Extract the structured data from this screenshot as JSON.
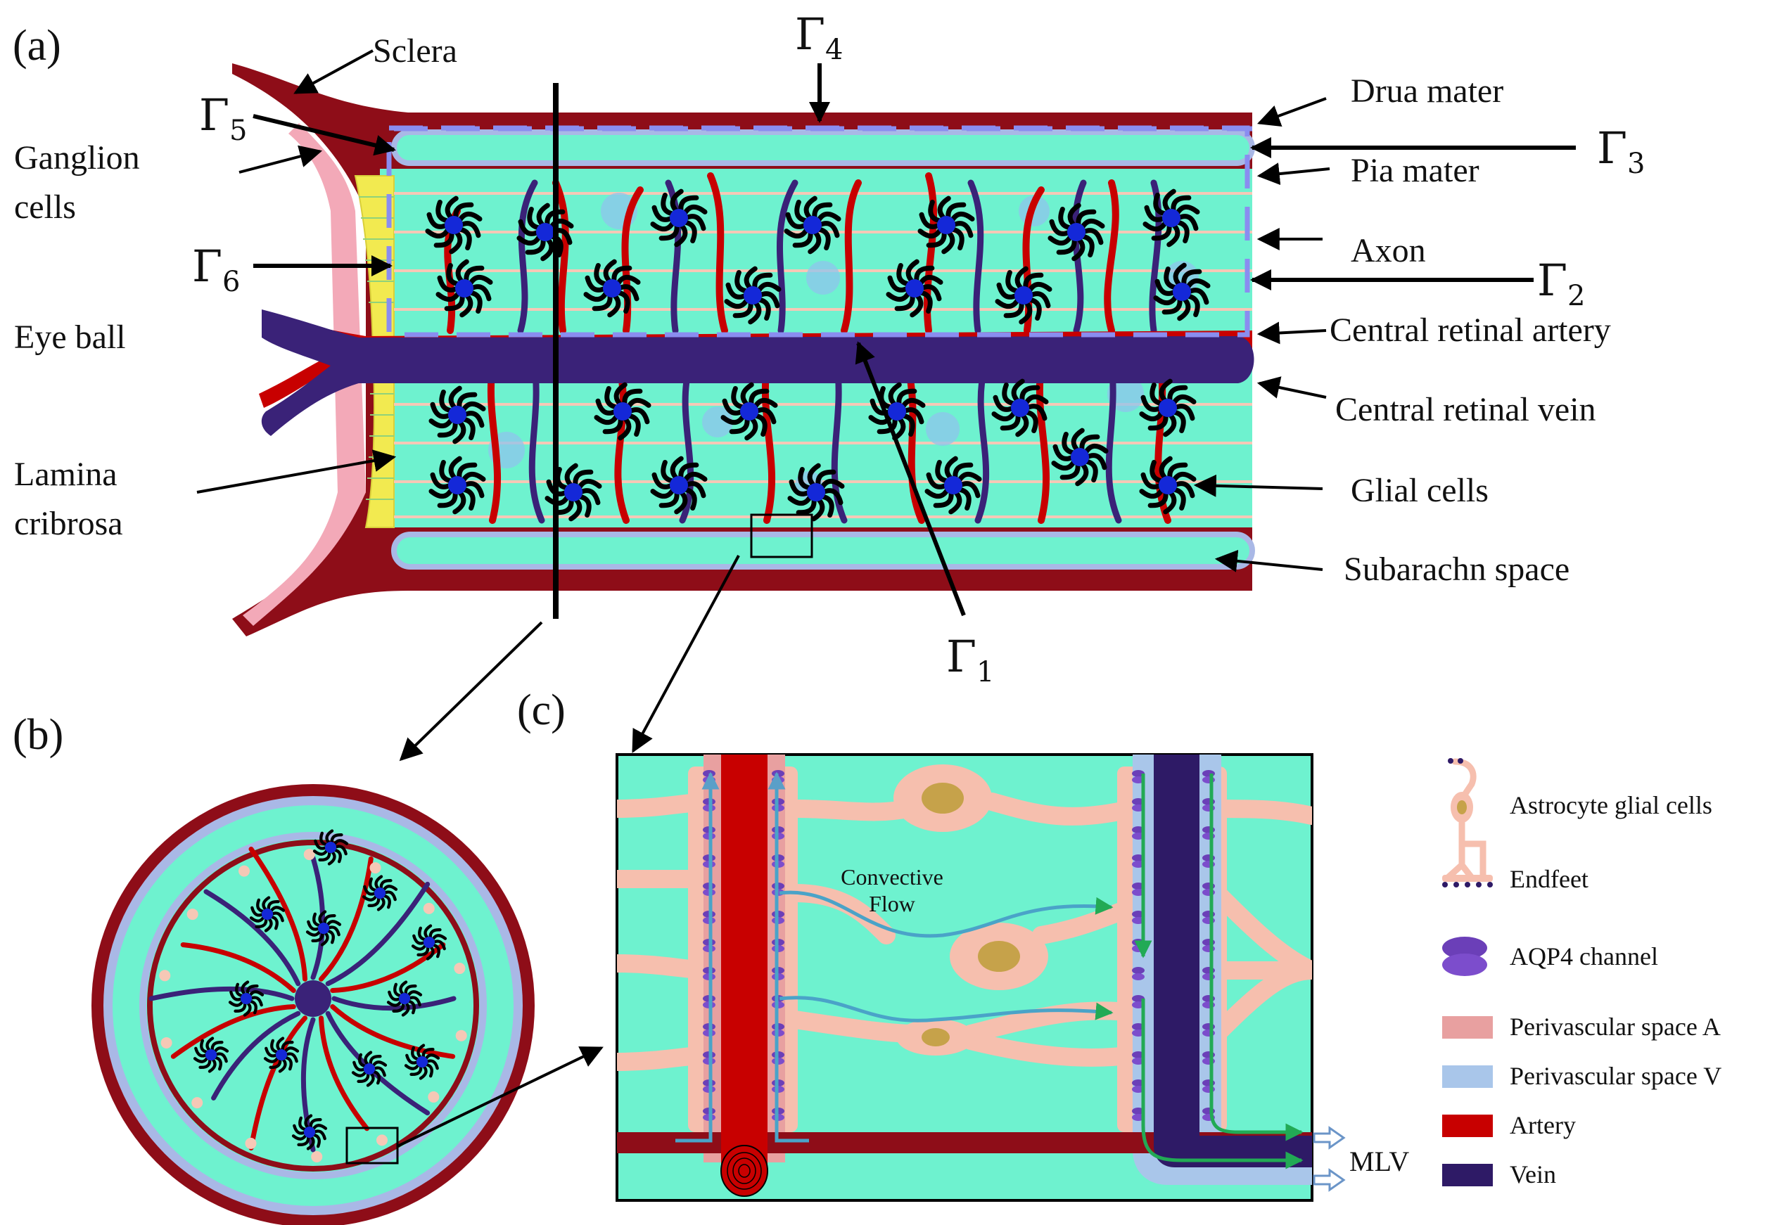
{
  "panels": {
    "a": "(a)",
    "b": "(b)",
    "c": "(c)"
  },
  "labels": {
    "sclera": "Sclera",
    "ganglion_1": "Ganglion",
    "ganglion_2": "cells",
    "eye_ball": "Eye ball",
    "lamina_1": "Lamina",
    "lamina_2": "cribrosa",
    "dura_mater": "Drua mater",
    "pia_mater": "Pia mater",
    "axon": "Axon",
    "artery": "Central retinal artery",
    "vein": "Central retinal vein",
    "glial": "Glial cells",
    "subarachnoid": "Subarachn space"
  },
  "gamma": {
    "g1": {
      "sym": "Γ",
      "sub": "1"
    },
    "g2": {
      "sym": "Γ",
      "sub": "2"
    },
    "g3": {
      "sym": "Γ",
      "sub": "3"
    },
    "g4": {
      "sym": "Γ",
      "sub": "4"
    },
    "g5": {
      "sym": "Γ",
      "sub": "5"
    },
    "g6": {
      "sym": "Γ",
      "sub": "6"
    }
  },
  "panel_c": {
    "flow_1": "Convective",
    "flow_2": "Flow",
    "mlv": "MLV"
  },
  "legend": [
    {
      "text": "Astrocyte glial cells"
    },
    {
      "text": "Endfeet"
    },
    {
      "text": "AQP4 channel"
    },
    {
      "text": "Perivascular space A",
      "color": "#e8a0a0"
    },
    {
      "text": "Perivascular space V",
      "color": "#a9c6ea"
    },
    {
      "text": "Artery",
      "color": "#c80000"
    },
    {
      "text": "Vein",
      "color": "#2e1a66"
    }
  ],
  "colors": {
    "dura": "#8e0d18",
    "pia": "#a9b8e6",
    "tissue": "#6ef2cf",
    "artery": "#c80000",
    "vein": "#3a2278",
    "lamina": "#f2ea50",
    "pink": "#f3a9b8",
    "astro": "#f6bfae",
    "boundary": "#8a8df0"
  }
}
